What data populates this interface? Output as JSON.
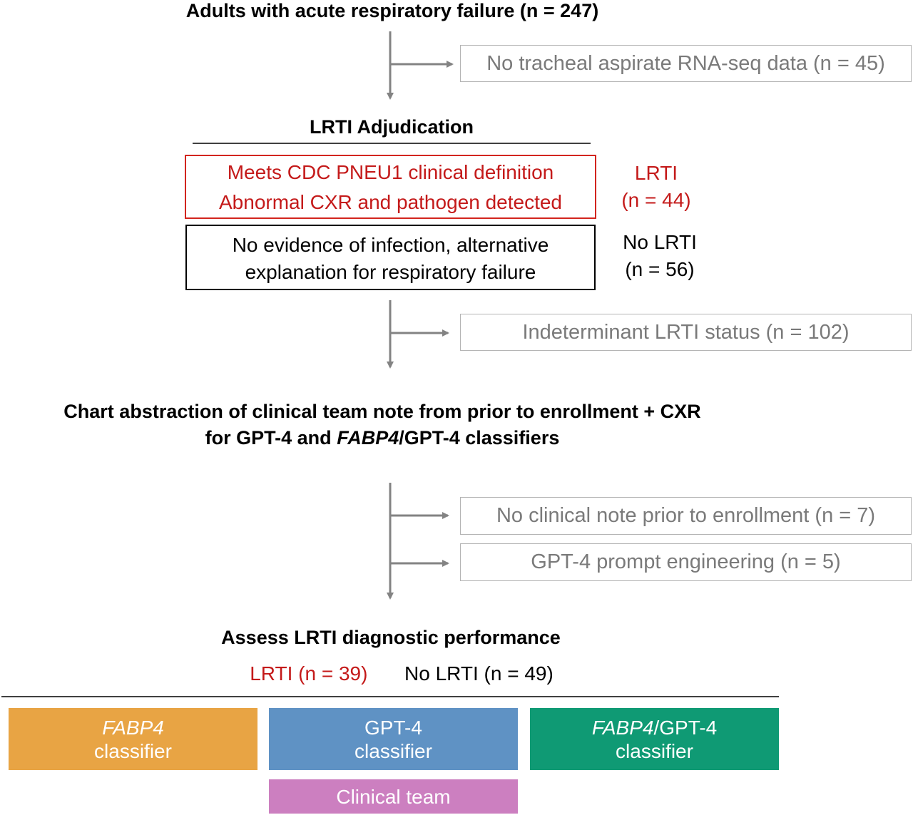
{
  "colors": {
    "arrow": "#838383",
    "gray_text": "#7a7a7a",
    "red": "#c41a1a",
    "fabp4": "#e8a444",
    "gpt4": "#5f92c4",
    "combined": "#0f9a74",
    "clinical": "#cc7fc0"
  },
  "start": {
    "title": "Adults with acute respiratory failure (n = 247)"
  },
  "exclusions": {
    "no_rnaseq": "No tracheal aspirate RNA-seq data (n = 45)",
    "indeterminant": "Indeterminant LRTI status (n = 102)",
    "no_note": "No clinical note prior to enrollment (n = 7)",
    "prompt_eng": "GPT-4 prompt engineering (n = 5)"
  },
  "adjudication": {
    "title": "LRTI Adjudication",
    "lrti_box": [
      "Meets CDC PNEU1 clinical definition",
      "Abnormal CXR and pathogen detected"
    ],
    "lrti_label": "LRTI",
    "lrti_count": "(n = 44)",
    "no_lrti_box": [
      "No evidence of infection, alternative",
      "explanation for respiratory failure"
    ],
    "no_lrti_label": "No LRTI",
    "no_lrti_count": "(n = 56)"
  },
  "chart_abstraction": {
    "line1": "Chart abstraction of clinical team note from prior to enrollment + CXR",
    "line2_pre": "for GPT-4 and ",
    "line2_italic": "FABP4",
    "line2_post": "/GPT-4 classifiers"
  },
  "assess": {
    "title": "Assess LRTI diagnostic performance",
    "lrti": "LRTI (n = 39)",
    "no_lrti": "No LRTI (n = 49)"
  },
  "classifiers": {
    "fabp4": {
      "italic": "FABP4",
      "line2": "classifier"
    },
    "gpt4": {
      "line1": "GPT-4",
      "line2": "classifier"
    },
    "combined": {
      "italic": "FABP4",
      "post": "/GPT-4",
      "line2": "classifier"
    },
    "clinical_team": "Clinical team"
  }
}
